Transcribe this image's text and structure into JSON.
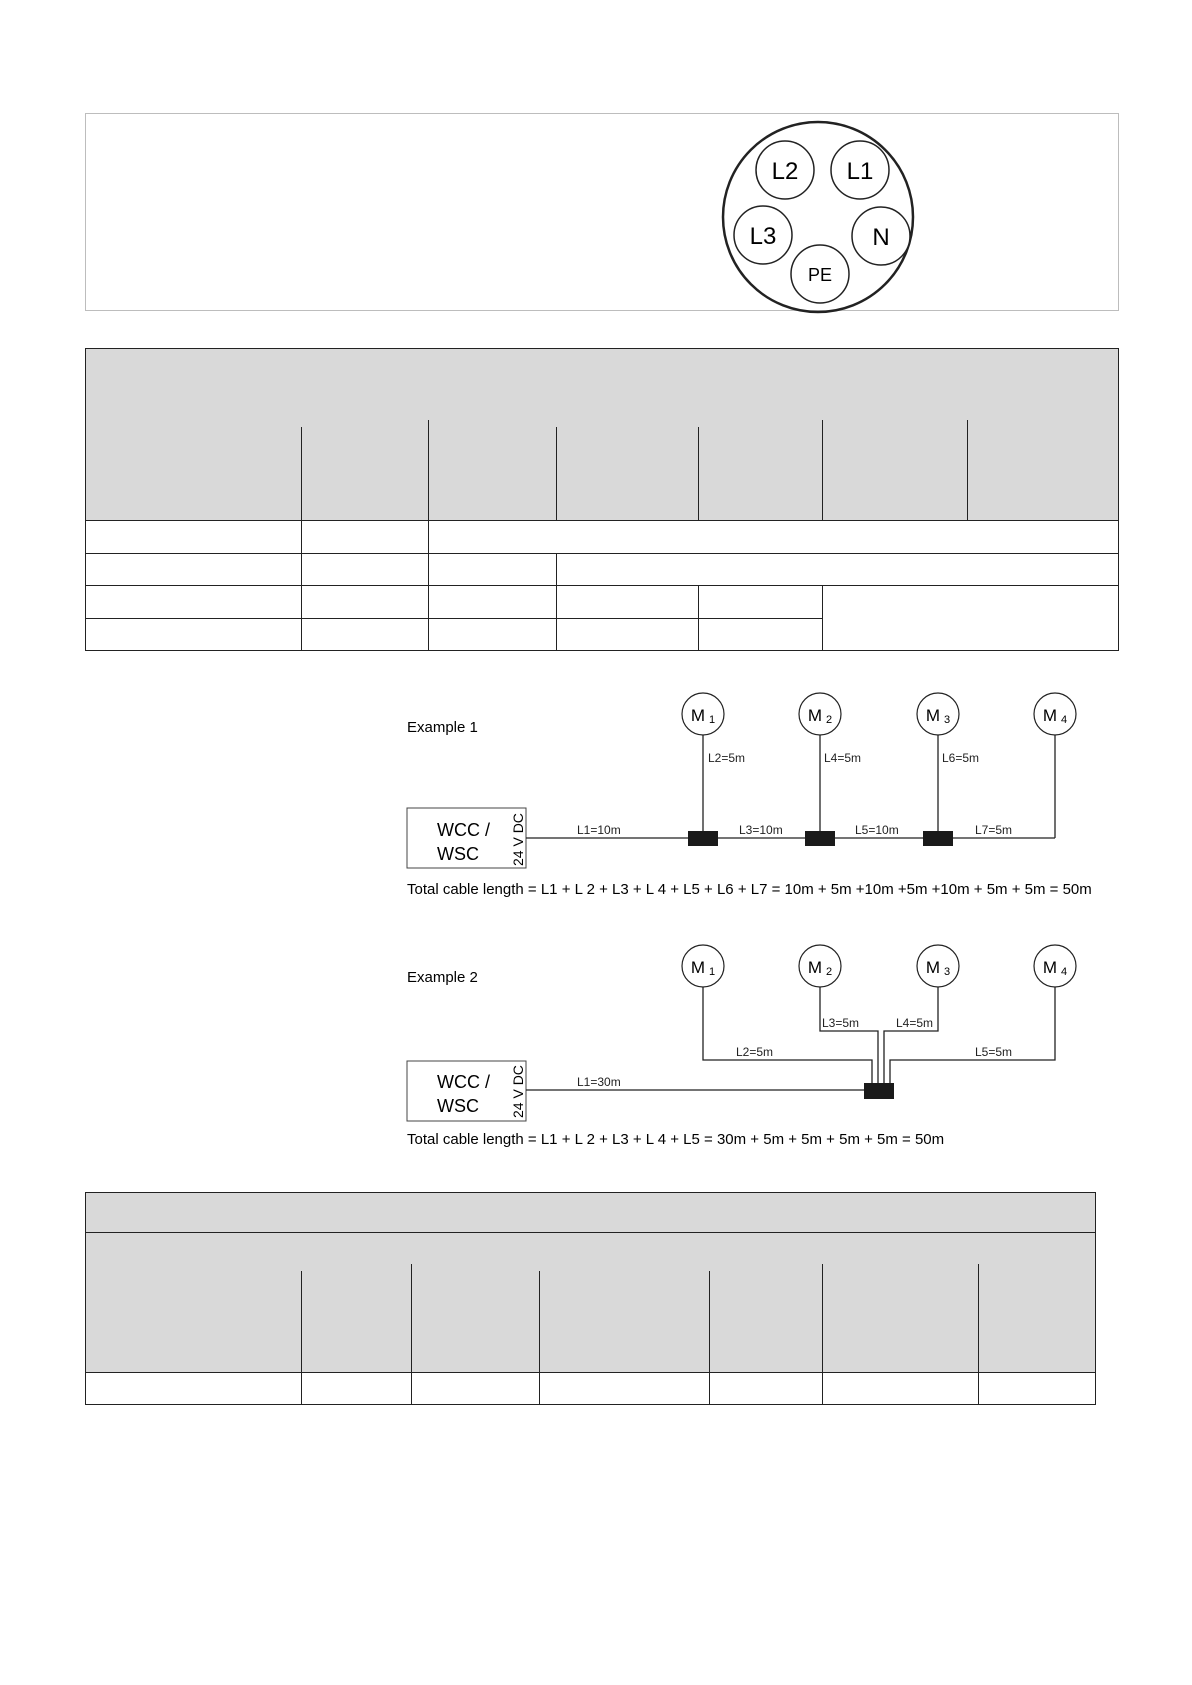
{
  "connector": {
    "pins": [
      {
        "id": "pin-l2",
        "label": "L2"
      },
      {
        "id": "pin-l1",
        "label": "L1"
      },
      {
        "id": "pin-l3",
        "label": "L3"
      },
      {
        "id": "pin-n",
        "label": "N"
      },
      {
        "id": "pin-pe",
        "label": "PE"
      }
    ]
  },
  "example1": {
    "title": "Example 1",
    "controller": {
      "name_line1": "WCC /",
      "name_line2": "WSC",
      "voltage": "24 V DC"
    },
    "motors": [
      "M",
      "M",
      "M",
      "M"
    ],
    "motor_subscripts": [
      "1",
      "2",
      "3",
      "4"
    ],
    "segments": [
      "L1=10m",
      "L2=5m",
      "L3=10m",
      "L4=5m",
      "L5=10m",
      "L6=5m",
      "L7=5m"
    ],
    "total": "Total cable length = L1 + L 2 + L3 + L 4 + L5 + L6 + L7 = 10m + 5m +10m +5m +10m + 5m + 5m = 50m"
  },
  "example2": {
    "title": "Example 2",
    "controller": {
      "name_line1": "WCC /",
      "name_line2": "WSC",
      "voltage": "24 V DC"
    },
    "motors": [
      "M",
      "M",
      "M",
      "M"
    ],
    "motor_subscripts": [
      "1",
      "2",
      "3",
      "4"
    ],
    "segments": [
      "L1=30m",
      "L2=5m",
      "L3=5m",
      "L4=5m",
      "L5=5m"
    ],
    "total": "Total cable length = L1 + L 2 + L3 + L 4 + L5 = 30m + 5m + 5m + 5m + 5m = 50m"
  },
  "colors": {
    "header_gray": "#d9d9d9",
    "line": "#222222",
    "junction": "#1a1a1a"
  }
}
